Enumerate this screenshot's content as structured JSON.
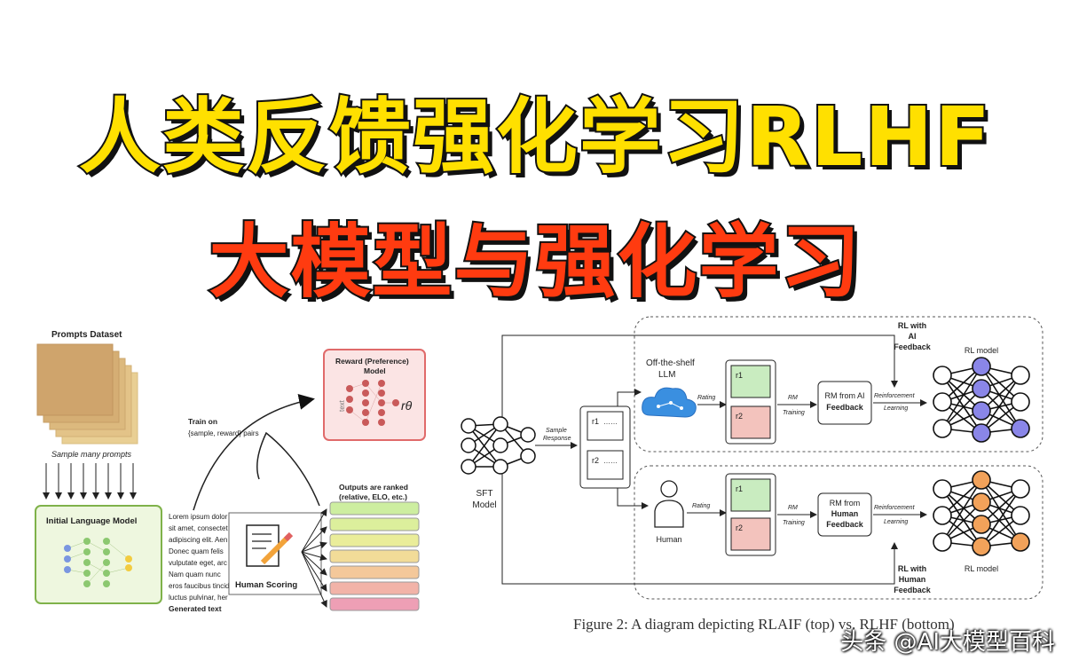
{
  "titles": {
    "line1": "人类反馈强化学习RLHF",
    "line2": "大模型与强化学习"
  },
  "left_diagram": {
    "prompts_dataset": "Prompts Dataset",
    "sample_prompts": "Sample many prompts",
    "initial_lm": "Initial Language Model",
    "reward_model_l1": "Reward (Preference)",
    "reward_model_l2": "Model",
    "reward_symbol": "rθ",
    "text_label": "text",
    "train_on_l1": "Train on",
    "train_on_l2": "{sample, reward} pairs",
    "lorem": [
      "Lorem ipsum dolor",
      "sit amet, consectet",
      "adipiscing elit. Aen",
      "Donec quam felis",
      "vulputate eget, arc",
      "Nam quam nunc",
      "eros faucibus tincid",
      "luctus pulvinar, her"
    ],
    "generated_text": "Generated text",
    "human_scoring": "Human Scoring",
    "outputs_ranked_l1": "Outputs are ranked",
    "outputs_ranked_l2": "(relative, ELO, etc.)",
    "rank_colors": [
      "#cdeea0",
      "#dcef9c",
      "#eaed9a",
      "#f2dc98",
      "#f4c89a",
      "#f2b3a8",
      "#ee9fb5"
    ]
  },
  "right_diagram": {
    "sft_l1": "SFT",
    "sft_l2": "Model",
    "sample_response_l1": "Sample",
    "sample_response_l2": "Response",
    "r1": "r1",
    "r2": "r2",
    "dots": "……",
    "llm_l1": "Off-the-shelf",
    "llm_l2": "LLM",
    "rating": "Rating",
    "rm_training_l1": "RM",
    "rm_training_l2": "Training",
    "rm_ai_l1": "RM from AI",
    "rm_ai_l2": "Feedback",
    "rm_human_l1": "RM from",
    "rm_human_l2": "Human",
    "rm_human_l3": "Feedback",
    "rl_l1": "Reinforcement",
    "rl_l2": "Learning",
    "rl_ai_l1": "RL with",
    "rl_ai_l2": "AI",
    "rl_ai_l3": "Feedback",
    "rl_human_l1": "RL with",
    "rl_human_l2": "Human",
    "rl_human_l3": "Feedback",
    "rl_model": "RL model",
    "human": "Human",
    "caption": "Figure 2: A diagram depicting RLAIF (top) vs. RLHF (bottom)",
    "colors": {
      "blue": "#8a86e8",
      "orange": "#f2a25a",
      "green": "#c9ecc0",
      "red": "#f3c3bd"
    }
  },
  "watermark": "头条 @AI大模型百科"
}
